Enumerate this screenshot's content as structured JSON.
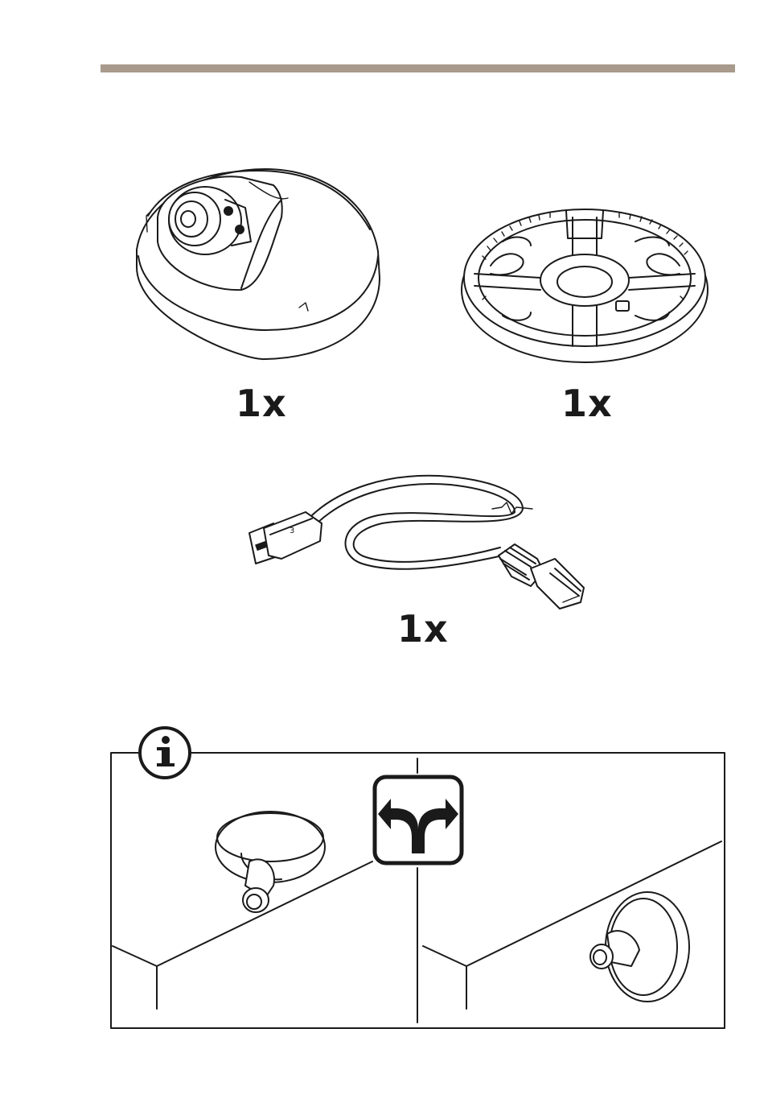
{
  "header": {
    "rule_color": "#a89a8c"
  },
  "contents": {
    "items": [
      {
        "name": "camera",
        "quantity": "1x"
      },
      {
        "name": "mounting-plate",
        "quantity": "1x"
      },
      {
        "name": "network-cable",
        "quantity": "1x"
      }
    ]
  },
  "info_panel": {
    "info_icon": "info-icon",
    "choice_icon": "fork-arrows-icon",
    "options": [
      "ceiling-mount",
      "wall-mount"
    ]
  }
}
